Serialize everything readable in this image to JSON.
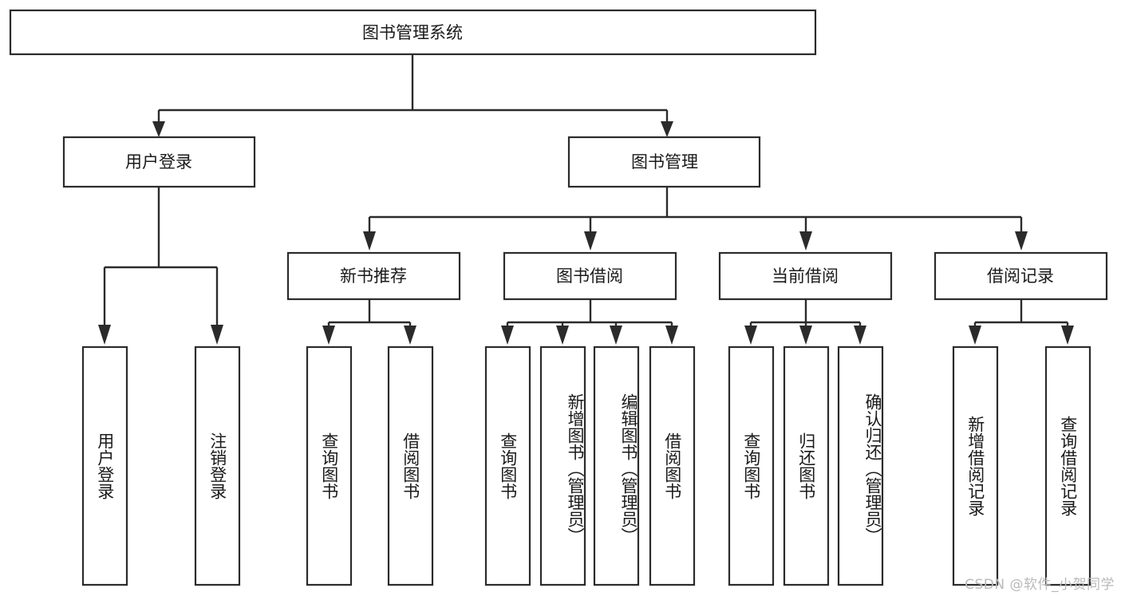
{
  "diagram": {
    "title": "图书管理系统",
    "type": "tree",
    "watermark": "CSDN @软件_小贺同学",
    "colors": {
      "stroke": "#2b2b2b",
      "fill": "#ffffff",
      "text": "#1a1a1a",
      "watermark": "#b9b9b9",
      "background": "#ffffff"
    },
    "root": {
      "label": "图书管理系统",
      "orientation": "horizontal"
    },
    "level2": [
      {
        "label": "用户登录",
        "orientation": "horizontal"
      },
      {
        "label": "图书管理",
        "orientation": "horizontal"
      }
    ],
    "level3": [
      {
        "label": "新书推荐",
        "orientation": "horizontal"
      },
      {
        "label": "图书借阅",
        "orientation": "horizontal"
      },
      {
        "label": "当前借阅",
        "orientation": "horizontal"
      },
      {
        "label": "借阅记录",
        "orientation": "horizontal"
      }
    ],
    "leaves": [
      {
        "label": "用户登录",
        "parent": "用户登录",
        "orientation": "vertical"
      },
      {
        "label": "注销登录",
        "parent": "用户登录",
        "orientation": "vertical"
      },
      {
        "label": "查询图书",
        "parent": "新书推荐",
        "orientation": "vertical"
      },
      {
        "label": "借阅图书",
        "parent": "新书推荐",
        "orientation": "vertical"
      },
      {
        "label": "查询图书",
        "parent": "图书借阅",
        "orientation": "vertical"
      },
      {
        "label": "新增图书（管理员）",
        "parent": "图书借阅",
        "orientation": "vertical"
      },
      {
        "label": "编辑图书（管理员）",
        "parent": "图书借阅",
        "orientation": "vertical"
      },
      {
        "label": "借阅图书",
        "parent": "图书借阅",
        "orientation": "vertical"
      },
      {
        "label": "查询图书",
        "parent": "当前借阅",
        "orientation": "vertical"
      },
      {
        "label": "归还图书",
        "parent": "当前借阅",
        "orientation": "vertical"
      },
      {
        "label": "确认归还（管理员）",
        "parent": "当前借阅",
        "orientation": "vertical"
      },
      {
        "label": "新增借阅记录",
        "parent": "借阅记录",
        "orientation": "vertical"
      },
      {
        "label": "查询借阅记录",
        "parent": "借阅记录",
        "orientation": "vertical"
      }
    ]
  }
}
